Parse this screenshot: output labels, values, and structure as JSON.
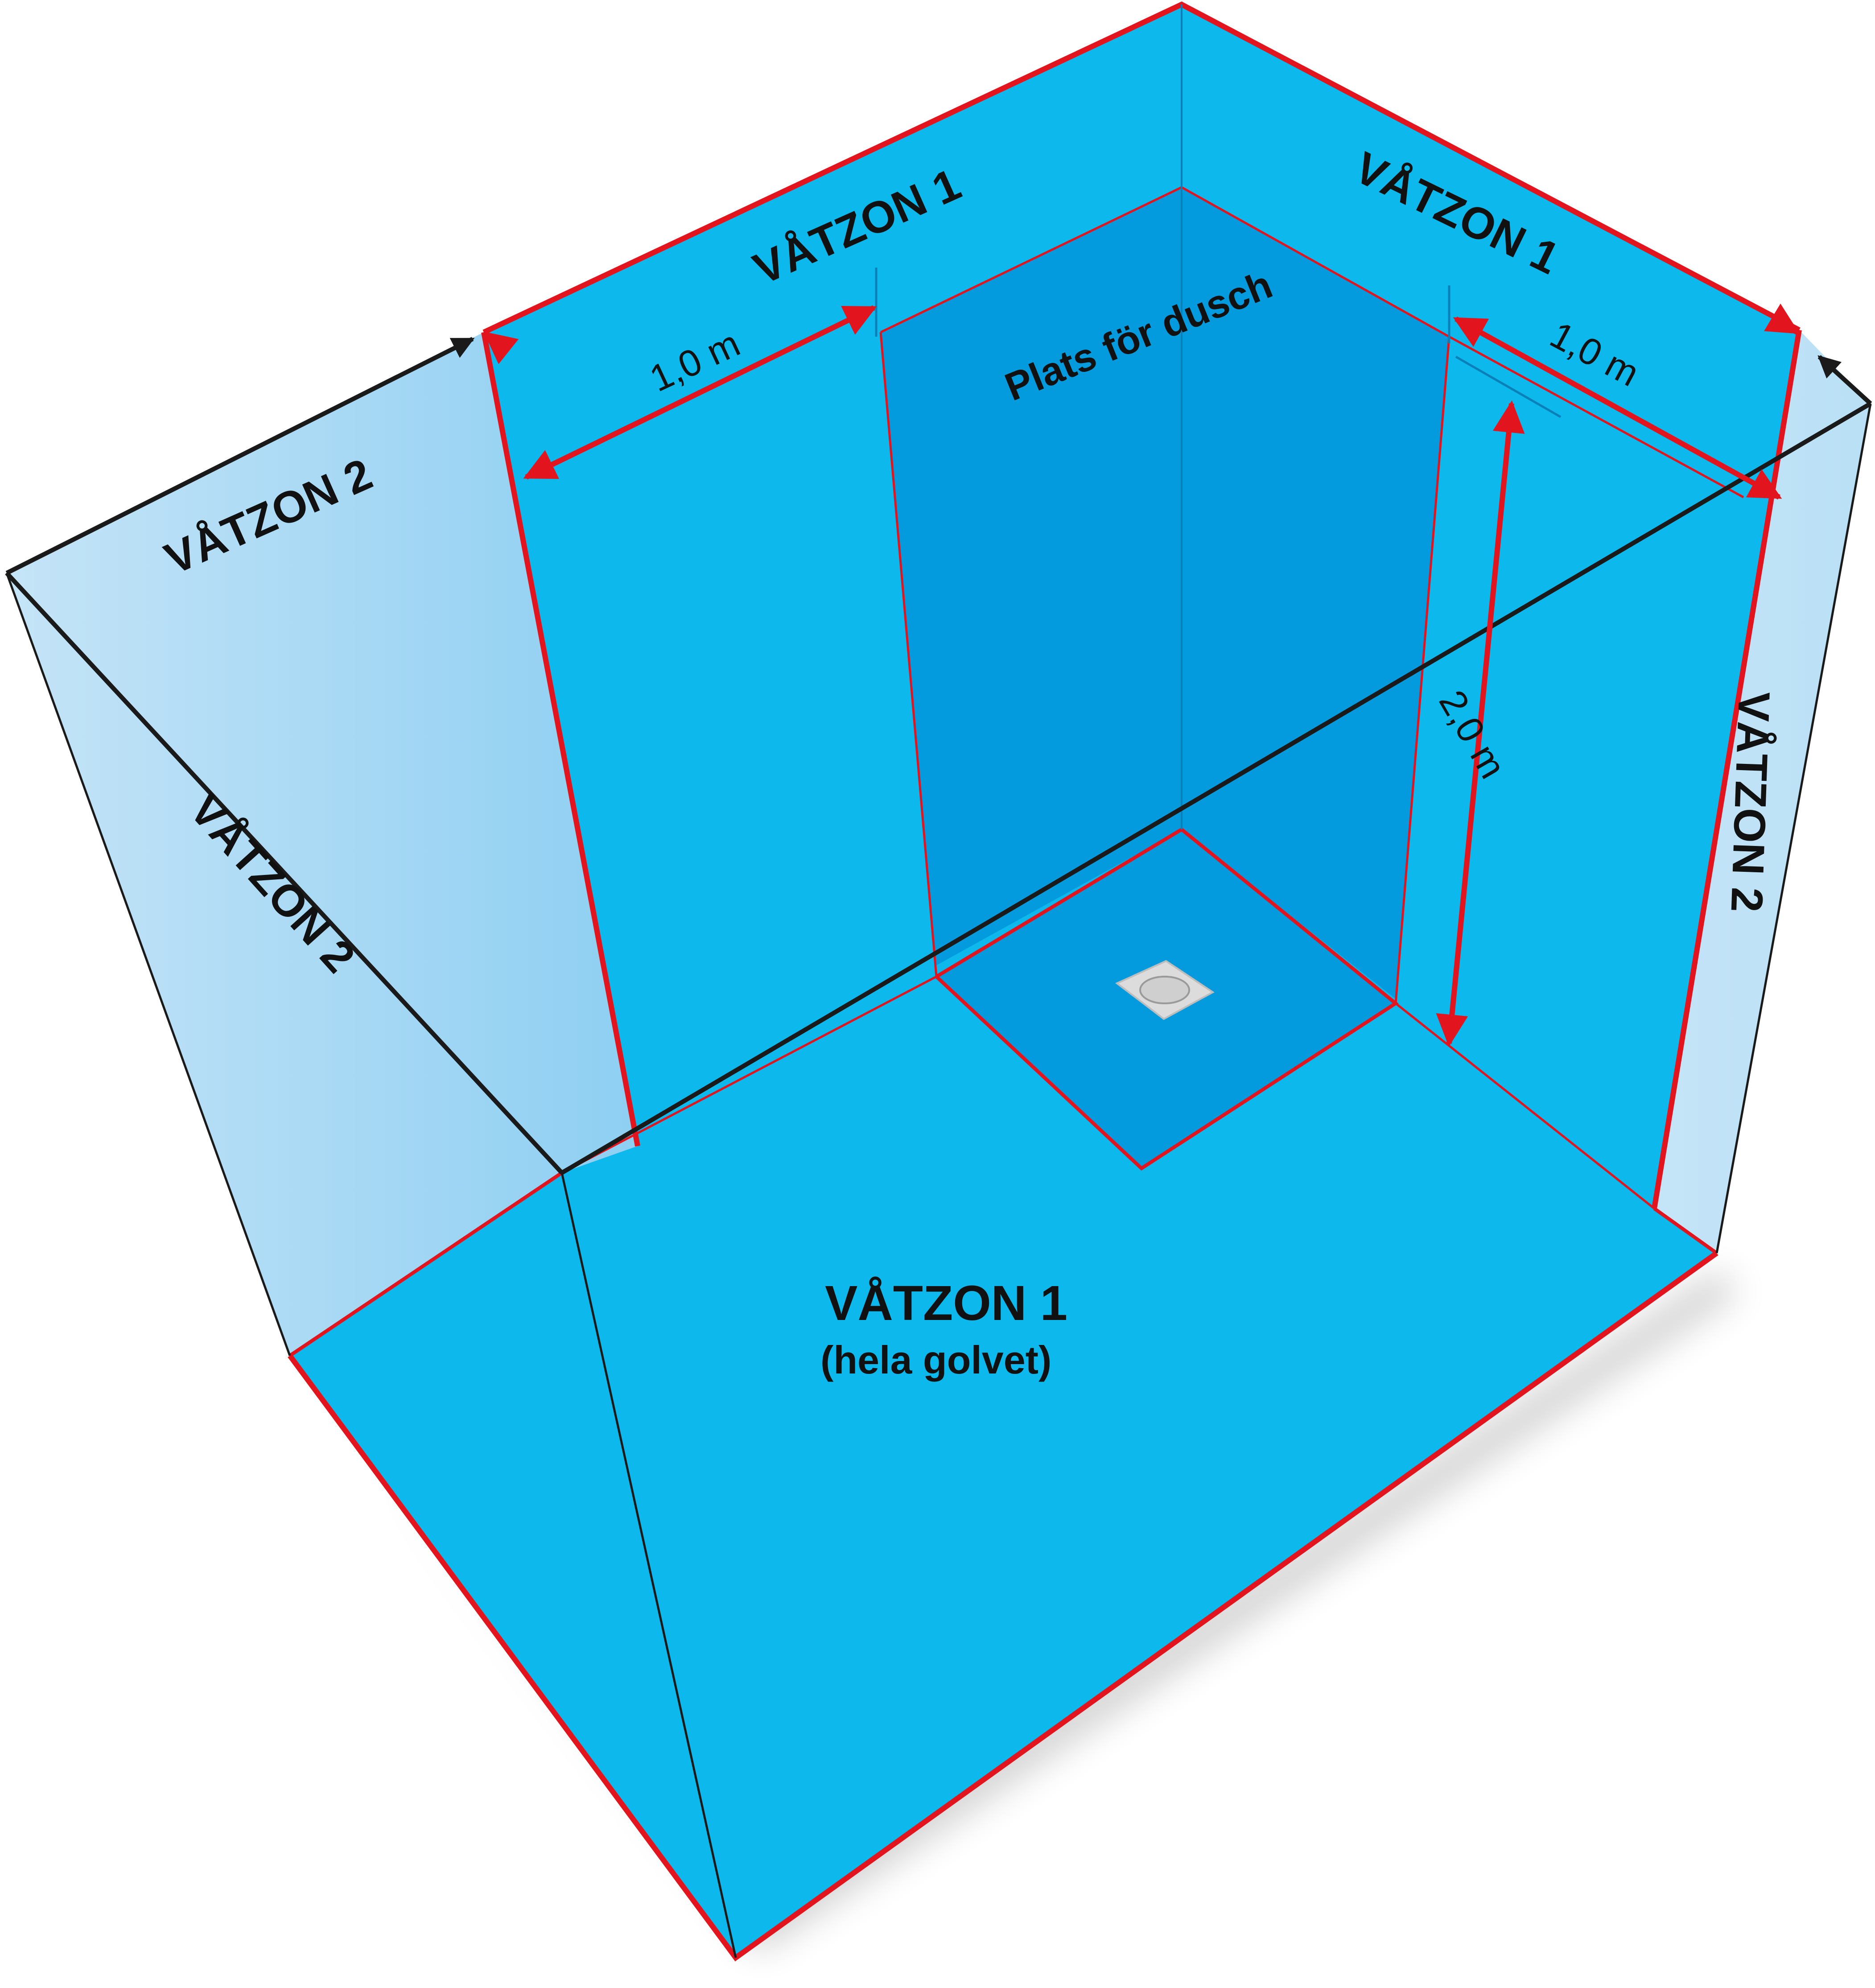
{
  "labels": {
    "back_wall_left_zone": "VÅTZON 1",
    "back_wall_right_zone": "VÅTZON 1",
    "shower_place": "Plats för dusch",
    "left_top_zone": "VÅTZON 2",
    "left_wall_zone": "VÅTZON 2",
    "right_wall_zone": "VÅTZON 2",
    "floor_zone": "VÅTZON 1",
    "floor_zone_note": "(hela golvet)"
  },
  "dimensions": {
    "left_width": "1,0 m",
    "right_width": "1,0 m",
    "height": "2,0 m"
  },
  "colors": {
    "wet_zone_1": "#0cb8ec",
    "shower_area": "#049ade",
    "wet_zone_2_light": "#c5e4f7",
    "wet_zone_2_mid": "#8ecff2",
    "zone_border": "#e2141e",
    "room_outline": "#1a1a1a",
    "floor_drain": "#dcdcdc"
  }
}
